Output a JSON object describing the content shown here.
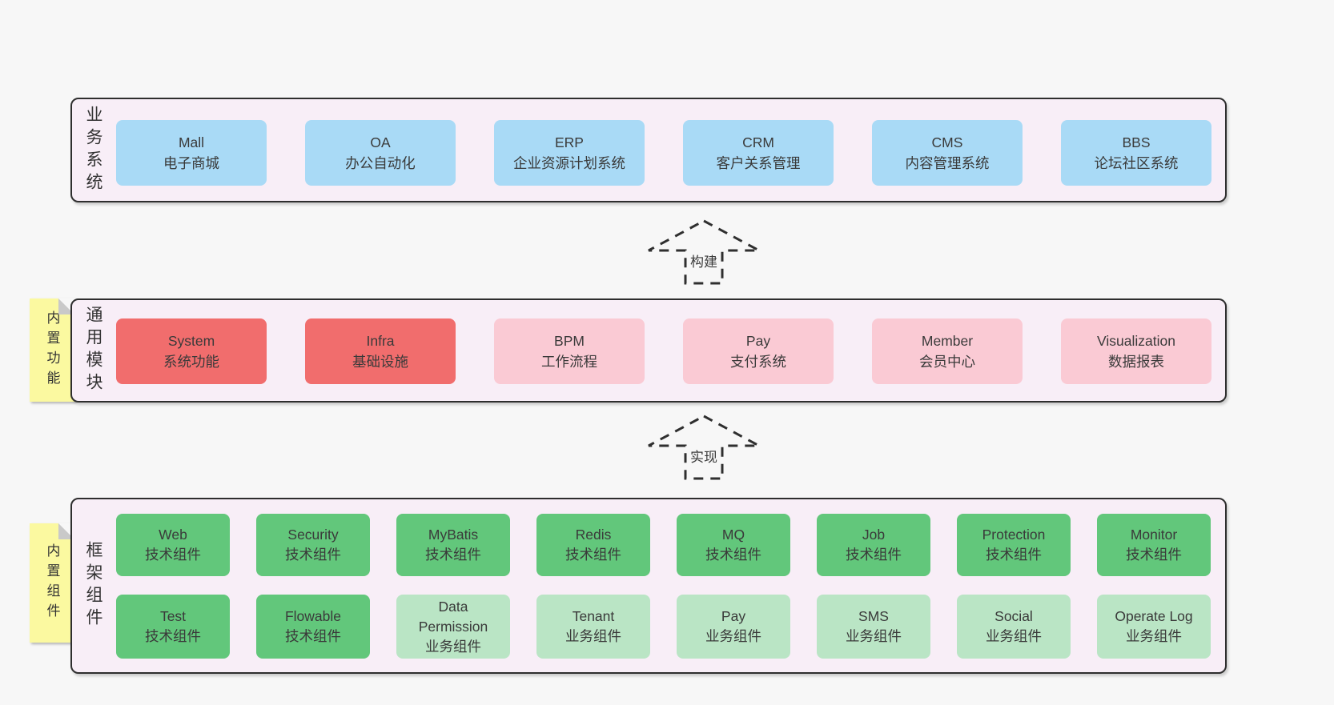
{
  "colors": {
    "page_bg": "#f7f7f7",
    "band_bg": "#f8eef7",
    "band_border": "#2e2e2e",
    "business_box_blue": "#a9daf6",
    "module_box_red": "#f16d6d",
    "module_box_pink": "#facad4",
    "tech_component_green": "#62c77b",
    "biz_component_green_light": "#bae5c5",
    "sticky_yellow": "#fbf9a0",
    "sticky_fold_gray": "#c9c9c9",
    "text": "#3a3a3a"
  },
  "arrows": [
    {
      "label": "构建"
    },
    {
      "label": "实现"
    }
  ],
  "bands": [
    {
      "label": "业务系统",
      "boxes": [
        {
          "name": "Mall",
          "desc": "电子商城"
        },
        {
          "name": "OA",
          "desc": "办公自动化"
        },
        {
          "name": "ERP",
          "desc": "企业资源计划系统"
        },
        {
          "name": "CRM",
          "desc": "客户关系管理"
        },
        {
          "name": "CMS",
          "desc": "内容管理系统"
        },
        {
          "name": "BBS",
          "desc": "论坛社区系统"
        }
      ]
    },
    {
      "label": "通用模块",
      "sticky": "内置功能",
      "boxes": [
        {
          "name": "System",
          "desc": "系统功能"
        },
        {
          "name": "Infra",
          "desc": "基础设施"
        },
        {
          "name": "BPM",
          "desc": "工作流程"
        },
        {
          "name": "Pay",
          "desc": "支付系统"
        },
        {
          "name": "Member",
          "desc": "会员中心"
        },
        {
          "name": "Visualization",
          "desc": "数据报表"
        }
      ]
    },
    {
      "label": "框架组件",
      "sticky": "内置组件",
      "row1": [
        {
          "name": "Web",
          "desc": "技术组件"
        },
        {
          "name": "Security",
          "desc": "技术组件"
        },
        {
          "name": "MyBatis",
          "desc": "技术组件"
        },
        {
          "name": "Redis",
          "desc": "技术组件"
        },
        {
          "name": "MQ",
          "desc": "技术组件"
        },
        {
          "name": "Job",
          "desc": "技术组件"
        },
        {
          "name": "Protection",
          "desc": "技术组件"
        },
        {
          "name": "Monitor",
          "desc": "技术组件"
        }
      ],
      "row2": [
        {
          "name": "Test",
          "desc": "技术组件"
        },
        {
          "name": "Flowable",
          "desc": "技术组件"
        },
        {
          "name": "Data Permission",
          "desc": "业务组件"
        },
        {
          "name": "Tenant",
          "desc": "业务组件"
        },
        {
          "name": "Pay",
          "desc": "业务组件"
        },
        {
          "name": "SMS",
          "desc": "业务组件"
        },
        {
          "name": "Social",
          "desc": "业务组件"
        },
        {
          "name": "Operate Log",
          "desc": "业务组件"
        }
      ]
    }
  ]
}
